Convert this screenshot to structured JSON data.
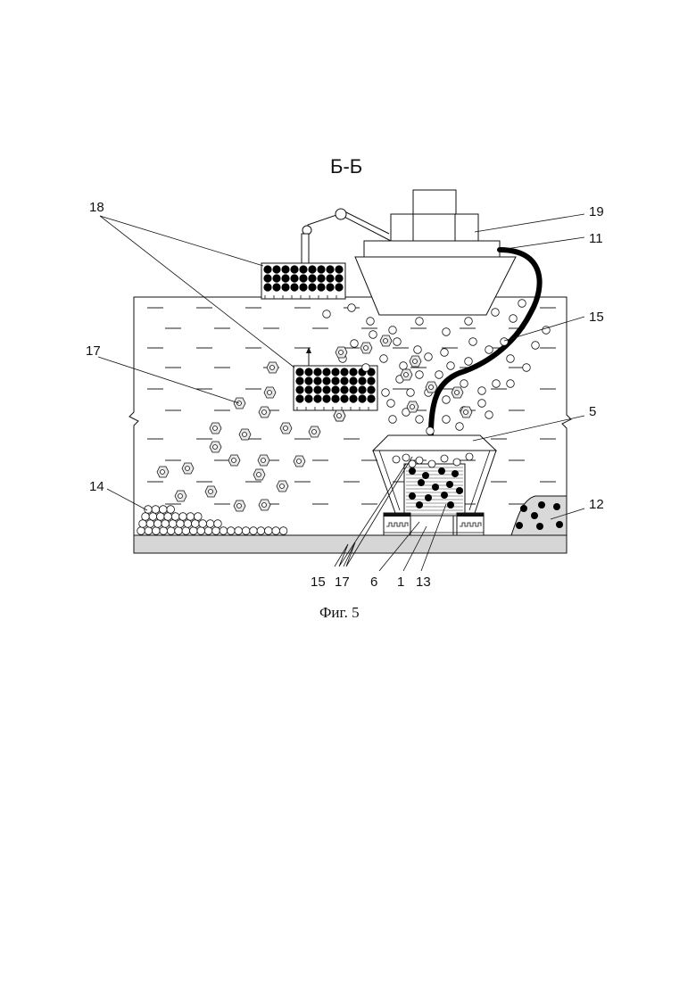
{
  "figure": {
    "section_title": "Б-Б",
    "caption": "Фиг. 5",
    "labels": {
      "l18": "18",
      "l19": "19",
      "l11": "11",
      "l17_top": "17",
      "l15_right": "15",
      "l5": "5",
      "l14": "14",
      "l12": "12",
      "l15_bottom": "15",
      "l17_bottom": "17",
      "l6": "6",
      "l1": "1",
      "l13": "13"
    }
  }
}
